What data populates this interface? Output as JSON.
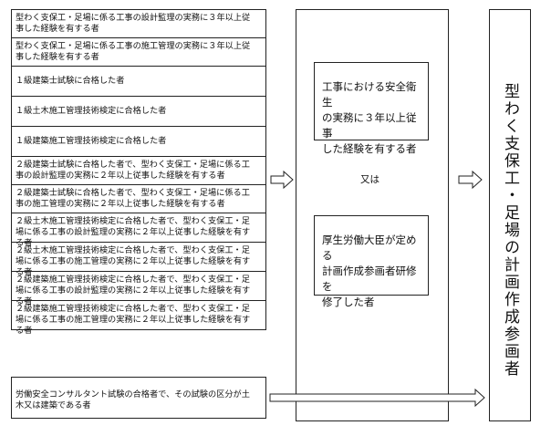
{
  "qualifications": [
    "型わく支保工・足場に係る工事の設計監理の実務に３年以上従\n事した経験を有する者",
    "型わく支保工・足場に係る工事の施工管理の実務に３年以上従\n事した経験を有する者",
    "１級建築士試験に合格した者",
    "１級土木施工管理技術検定に合格した者",
    "１級建築施工管理技術検定に合格した者",
    "２級建築士試験に合格した者で、型わく支保工・足場に係る工\n事の設計監理の実務に２年以上従事した経験を有する者",
    "２級建築士試験に合格した者で、型わく支保工・足場に係る工\n事の施工管理の実務に２年以上従事した経験を有する者",
    "２級土木施工管理技術検定に合格した者で、型わく支保工・足\n場に係る工事の設計監理の実務に２年以上従事した経験を有す\nる者",
    "２級土木施工管理技術検定に合格した者で、型わく支保工・足\n場に係る工事の施工管理の実務に２年以上従事した経験を有す\nる者",
    "２級建築施工管理技術検定に合格した者で、型わく支保工・足\n場に係る工事の設計監理の実務に２年以上従事した経験を有す\nる者",
    "２級建築施工管理技術検定に合格した者で、型わく支保工・足\n場に係る工事の施工管理の実務に２年以上従事した経験を有す\nる者"
  ],
  "bottom_qualification": "労働安全コンサルタント試験の合格者で、その試験の区分が土\n木又は建築である者",
  "middle": {
    "top_card": "工事における安全衛生\nの実務に３年以上従事\nした経験を有する者",
    "or_label": "又は",
    "bottom_card": "厚生労働大臣が定める\n計画作成参画者研修を\n修了した者"
  },
  "result": "型わく支保工・足場の計画作成参画者"
}
